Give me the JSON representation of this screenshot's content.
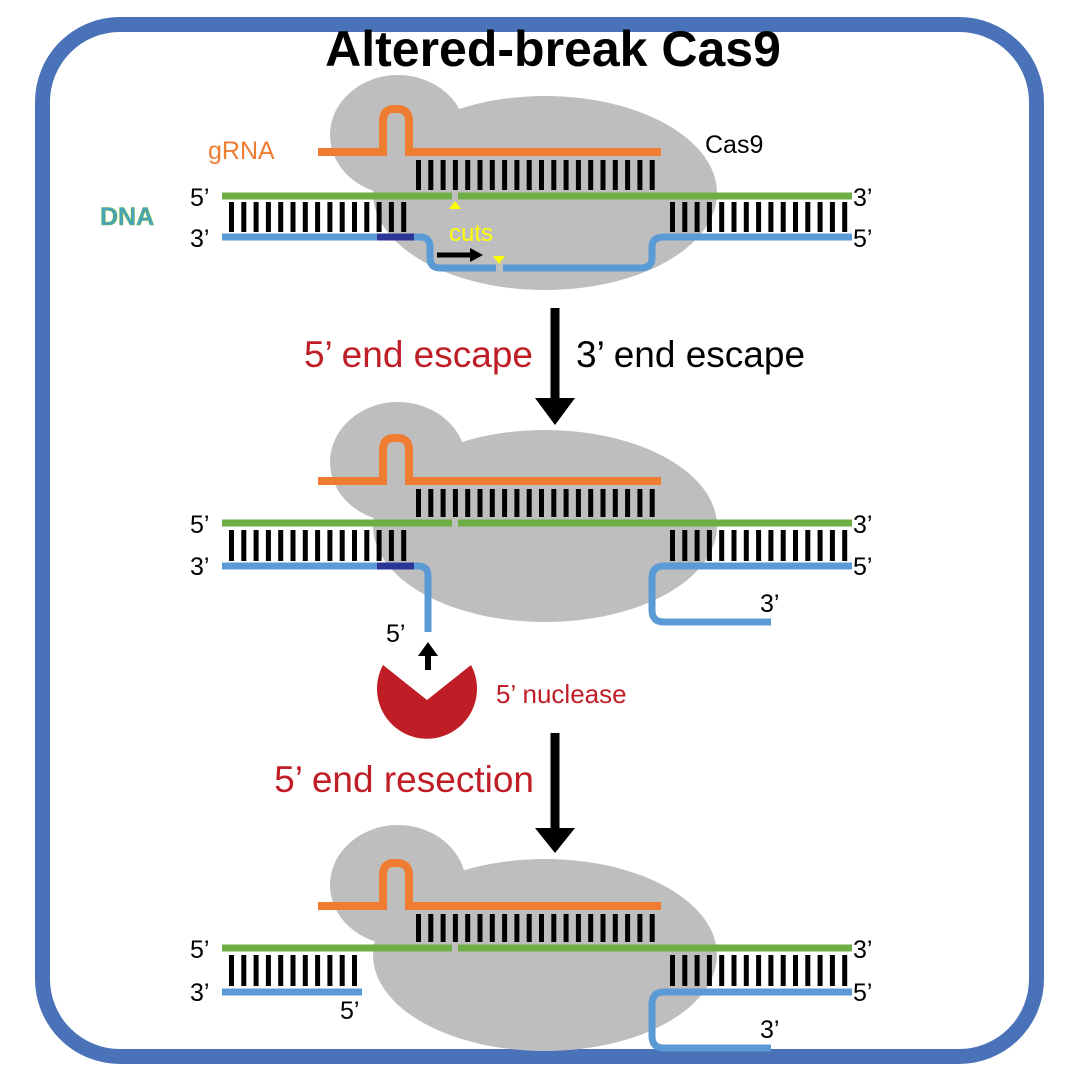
{
  "title": "Altered-break Cas9",
  "colors": {
    "frame": "#4a72b8",
    "protein": "#bebebe",
    "grna": "#ee7d31",
    "target_strand": "#6daf45",
    "nontarget_strand": "#5b9bd5",
    "pam_region": "#2a3596",
    "base_pairs": "#000000",
    "cut_marker": "#ffff00",
    "nuclease": "#c01e26",
    "highlight_text": "#c01e26",
    "dna_label": "#46a5bd"
  },
  "panel1": {
    "grna_label": "gRNA",
    "cas9_label": "Cas9",
    "dna_label": "DNA",
    "top_left_end": "5’",
    "top_right_end": "3’",
    "bottom_left_end": "3’",
    "bottom_right_end": "5’",
    "cuts_label": "cuts"
  },
  "transition1": {
    "left_label": "5’ end escape",
    "right_label": "3’ end escape"
  },
  "panel2": {
    "top_left_end": "5’",
    "top_right_end": "3’",
    "bottom_left_end": "3’",
    "bottom_right_end": "5’",
    "released_5prime": "5’",
    "released_3prime": "3’",
    "nuclease_label": "5’ nuclease"
  },
  "transition2": {
    "label": "5’ end resection"
  },
  "panel3": {
    "top_left_end": "5’",
    "top_right_end": "3’",
    "bottom_left_end": "3’",
    "bottom_right_end": "5’",
    "resected_5prime": "5’",
    "released_3prime": "3’"
  }
}
